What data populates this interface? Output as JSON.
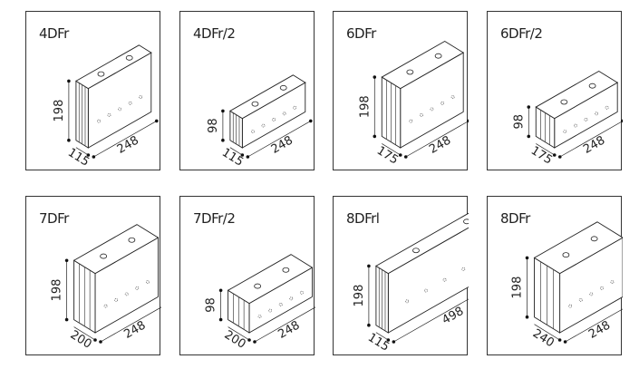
{
  "bricks": [
    {
      "name": "4DFr",
      "height": 198,
      "depth": 115,
      "length": 248,
      "h_label": "198",
      "d_label": "115",
      "l_label": "248"
    },
    {
      "name": "4DFr/2",
      "height": 98,
      "depth": 115,
      "length": 248,
      "h_label": "98",
      "d_label": "115",
      "l_label": "248"
    },
    {
      "name": "6DFr",
      "height": 198,
      "depth": 175,
      "length": 248,
      "h_label": "198",
      "d_label": "175",
      "l_label": "248"
    },
    {
      "name": "6DFr/2",
      "height": 98,
      "depth": 175,
      "length": 248,
      "h_label": "98",
      "d_label": "175",
      "l_label": "248"
    },
    {
      "name": "7DFr",
      "height": 198,
      "depth": 200,
      "length": 248,
      "h_label": "198",
      "d_label": "200",
      "l_label": "248"
    },
    {
      "name": "7DFr/2",
      "height": 98,
      "depth": 200,
      "length": 248,
      "h_label": "98",
      "d_label": "200",
      "l_label": "248"
    },
    {
      "name": "8DFrl",
      "height": 198,
      "depth": 115,
      "length": 498,
      "h_label": "198",
      "d_label": "115",
      "l_label": "498"
    },
    {
      "name": "8DFr",
      "height": 198,
      "depth": 240,
      "length": 248,
      "h_label": "198",
      "d_label": "240",
      "l_label": "248"
    }
  ]
}
